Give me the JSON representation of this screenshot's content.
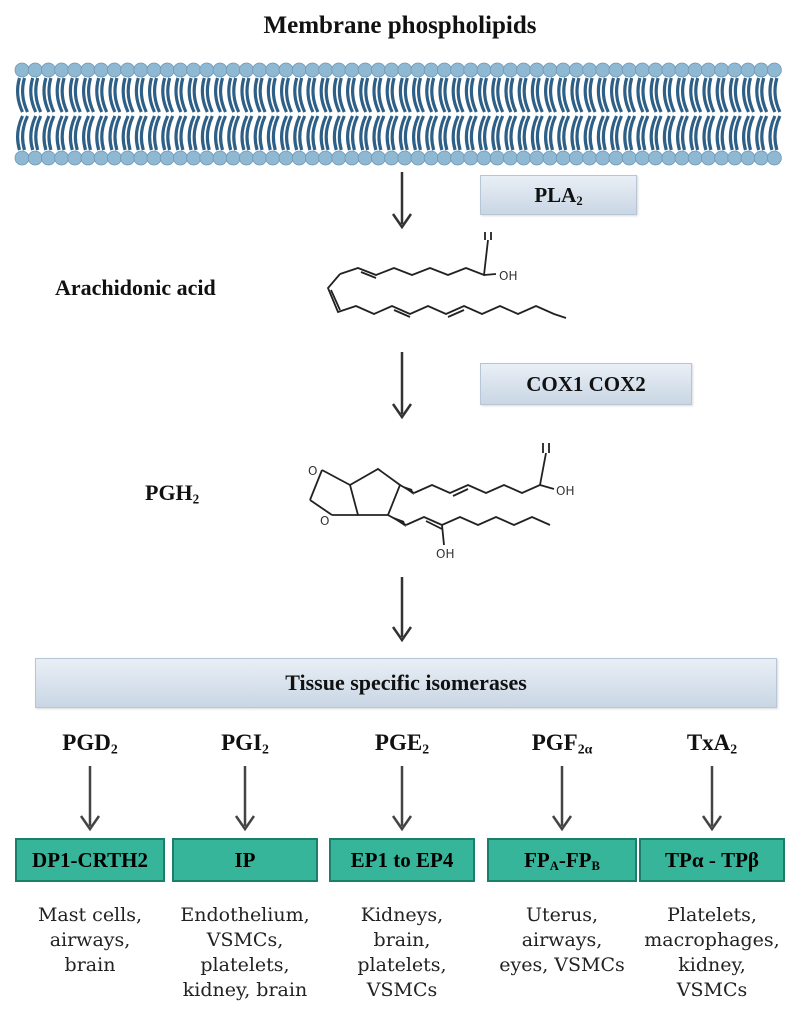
{
  "title": "Membrane phospholipids",
  "enzymes": {
    "pla2": {
      "main": "PLA",
      "sub": "2"
    },
    "cox": "COX1 COX2",
    "isomerases": "Tissue specific isomerases"
  },
  "intermediates": {
    "arachidonic": "Arachidonic acid",
    "pgh2": {
      "main": "PGH",
      "sub": "2"
    }
  },
  "structure_labels": {
    "oh": "OH"
  },
  "branches": [
    {
      "product": {
        "main": "PGD",
        "sub": "2"
      },
      "receptor": "DP1-CRTH2",
      "tissues": [
        "Mast cells,",
        "airways,",
        "brain"
      ]
    },
    {
      "product": {
        "main": "PGI",
        "sub": "2"
      },
      "receptor": "IP",
      "tissues": [
        "Endothelium,",
        "VSMCs,",
        "platelets,",
        "kidney, brain"
      ]
    },
    {
      "product": {
        "main": "PGE",
        "sub": "2"
      },
      "receptor": "EP1 to EP4",
      "tissues": [
        "Kidneys,",
        "brain,",
        "platelets,",
        "VSMCs"
      ]
    },
    {
      "product": {
        "main": "PGF",
        "sub": "2α"
      },
      "receptor": {
        "a": "FP",
        "as": "A",
        "mid": "-FP",
        "bs": "B"
      },
      "tissues": [
        "Uterus,",
        "airways,",
        "eyes, VSMCs"
      ]
    },
    {
      "product": {
        "main": "TxA",
        "sub": "2"
      },
      "receptor": "TPα - TPβ",
      "tissues": [
        "Platelets,",
        "macrophages,",
        "kidney,",
        "VSMCs"
      ]
    }
  ],
  "colors": {
    "membrane_head": "#8fb8d3",
    "membrane_tail": "#2e5f86",
    "receptor_fill": "#37b59a",
    "enzyme_fill": "#d3dde9"
  }
}
